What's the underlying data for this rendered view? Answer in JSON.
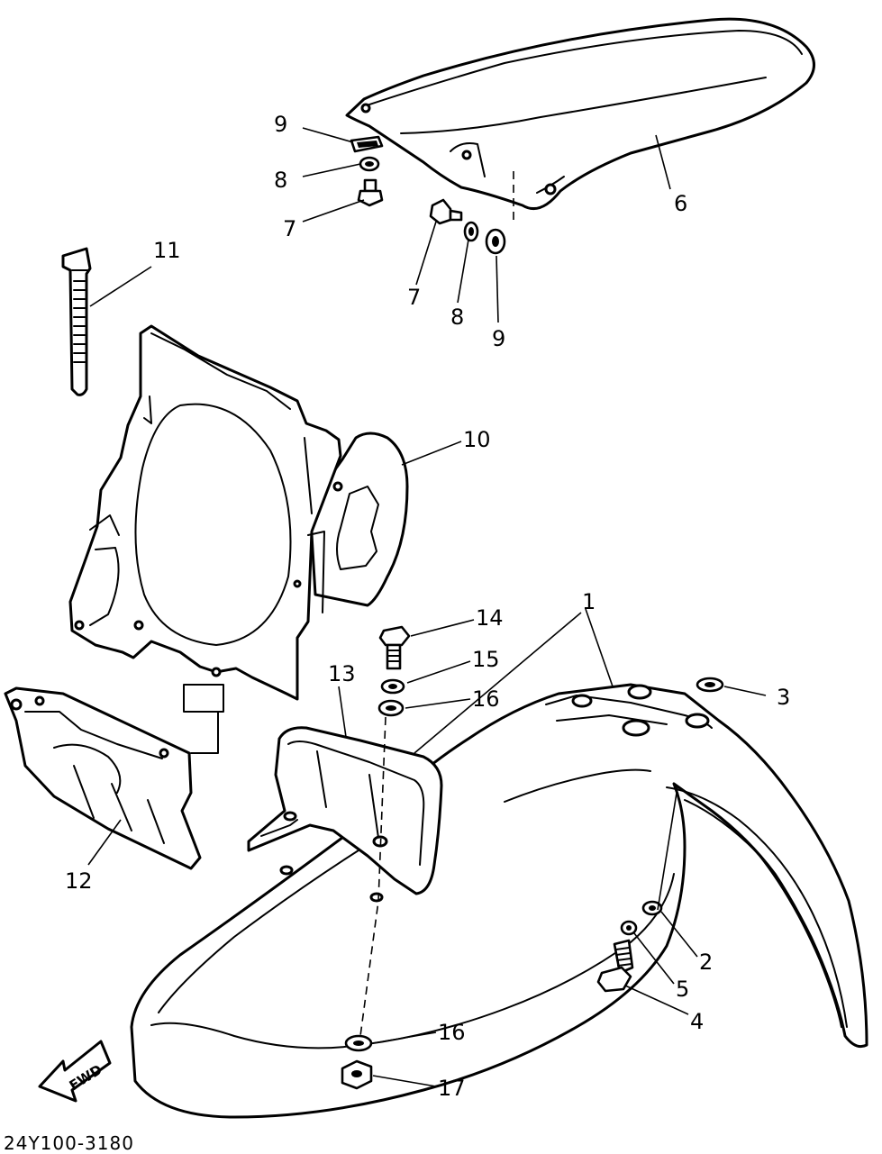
{
  "diagram": {
    "drawing_code": "24Y100-3180",
    "direction_label": "FWD",
    "callouts": {
      "c1": "1",
      "c2": "2",
      "c3": "3",
      "c4": "4",
      "c5": "5",
      "c6": "6",
      "c7a": "7",
      "c7b": "7",
      "c8a": "8",
      "c8b": "8",
      "c9a": "9",
      "c9b": "9",
      "c10": "10",
      "c11": "11",
      "c12": "12",
      "c13": "13",
      "c14": "14",
      "c15": "15",
      "c16a": "16",
      "c16b": "16",
      "c17": "17"
    }
  }
}
